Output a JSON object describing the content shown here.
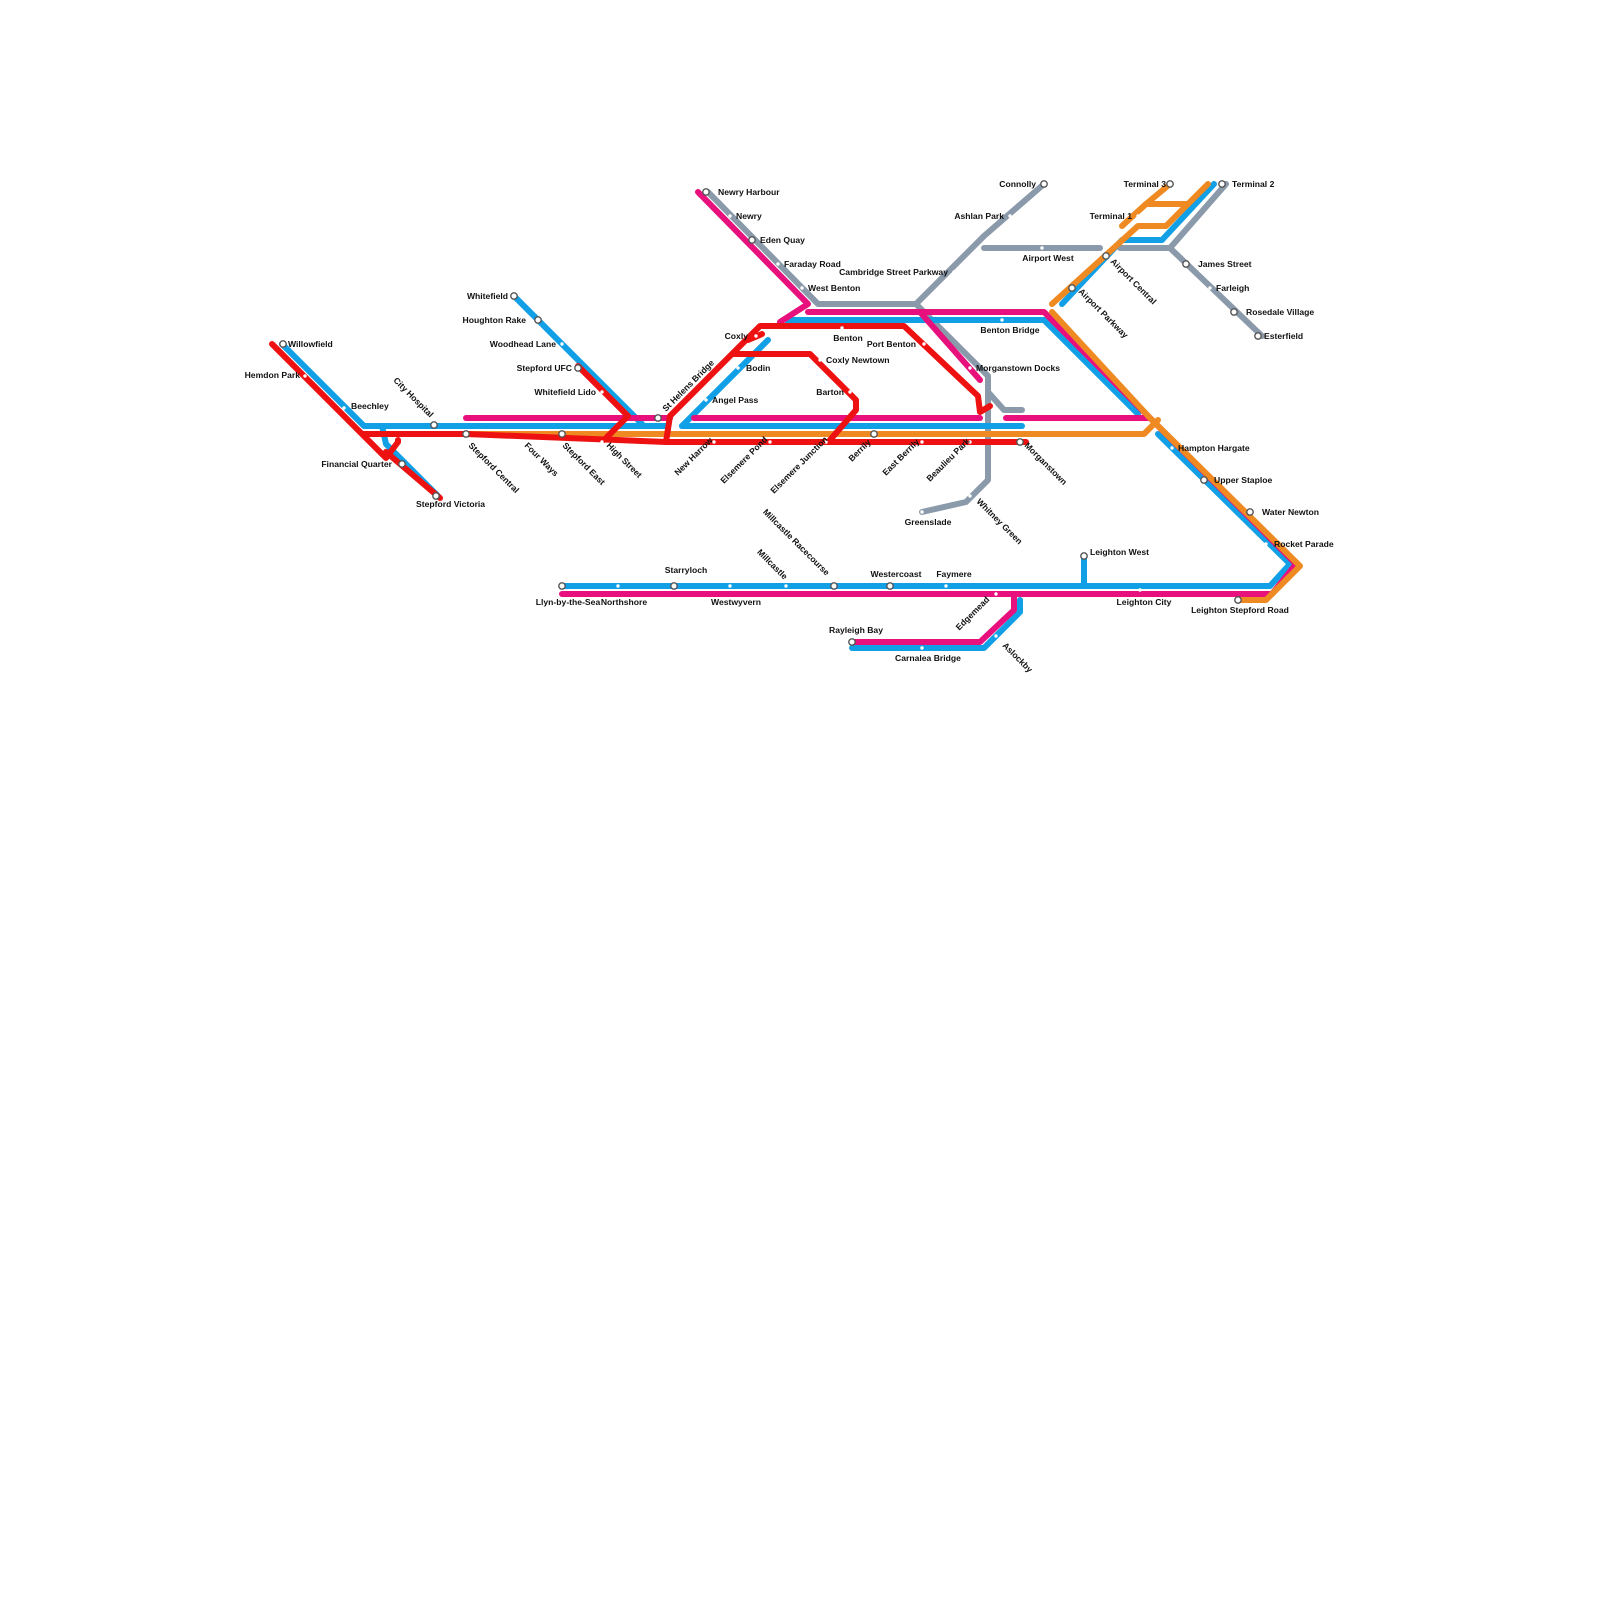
{
  "colors": {
    "red": "#ee1111",
    "blue": "#119fe6",
    "magenta": "#e8107c",
    "orange": "#ef8a22",
    "grey": "#8a9aaa"
  },
  "stations": [
    {
      "id": "willowfield",
      "name": "Willowfield"
    },
    {
      "id": "hemdon-park",
      "name": "Hemdon Park"
    },
    {
      "id": "beechley",
      "name": "Beechley"
    },
    {
      "id": "city-hospital",
      "name": "City Hospital"
    },
    {
      "id": "financial-quarter",
      "name": "Financial Quarter"
    },
    {
      "id": "stepford-victoria",
      "name": "Stepford Victoria"
    },
    {
      "id": "stepford-central",
      "name": "Stepford Central"
    },
    {
      "id": "four-ways",
      "name": "Four Ways"
    },
    {
      "id": "stepford-east",
      "name": "Stepford East"
    },
    {
      "id": "high-street",
      "name": "High Street"
    },
    {
      "id": "whitefield",
      "name": "Whitefield"
    },
    {
      "id": "houghton-rake",
      "name": "Houghton Rake"
    },
    {
      "id": "woodhead-lane",
      "name": "Woodhead Lane"
    },
    {
      "id": "stepford-ufc",
      "name": "Stepford UFC"
    },
    {
      "id": "whitefield-lido",
      "name": "Whitefield Lido"
    },
    {
      "id": "st-helens-bridge",
      "name": "St Helens Bridge"
    },
    {
      "id": "new-harrow",
      "name": "New Harrow"
    },
    {
      "id": "elsemere-pond",
      "name": "Elsemere Pond"
    },
    {
      "id": "elsemere-junction",
      "name": "Elsemere Junction"
    },
    {
      "id": "berrily",
      "name": "Berrily"
    },
    {
      "id": "east-berrily",
      "name": "East Berrily"
    },
    {
      "id": "beaulieu-park",
      "name": "Beaulieu Park"
    },
    {
      "id": "morganstown",
      "name": "Morganstown"
    },
    {
      "id": "newry-harbour",
      "name": "Newry Harbour"
    },
    {
      "id": "newry",
      "name": "Newry"
    },
    {
      "id": "eden-quay",
      "name": "Eden Quay"
    },
    {
      "id": "faraday-road",
      "name": "Faraday Road"
    },
    {
      "id": "west-benton",
      "name": "West Benton"
    },
    {
      "id": "benton",
      "name": "Benton"
    },
    {
      "id": "coxly",
      "name": "Coxly"
    },
    {
      "id": "bodin",
      "name": "Bodin"
    },
    {
      "id": "coxly-newtown",
      "name": "Coxly Newtown"
    },
    {
      "id": "barton",
      "name": "Barton"
    },
    {
      "id": "angel-pass",
      "name": "Angel Pass"
    },
    {
      "id": "port-benton",
      "name": "Port Benton"
    },
    {
      "id": "morganstown-docks",
      "name": "Morganstown Docks"
    },
    {
      "id": "benton-bridge",
      "name": "Benton Bridge"
    },
    {
      "id": "cambridge-street-parkway",
      "name": "Cambridge Street Parkway"
    },
    {
      "id": "connolly",
      "name": "Connolly"
    },
    {
      "id": "ashlan-park",
      "name": "Ashlan Park"
    },
    {
      "id": "airport-west",
      "name": "Airport West"
    },
    {
      "id": "terminal-3",
      "name": "Terminal 3"
    },
    {
      "id": "terminal-2",
      "name": "Terminal 2"
    },
    {
      "id": "terminal-1",
      "name": "Terminal 1"
    },
    {
      "id": "airport-central",
      "name": "Airport Central"
    },
    {
      "id": "airport-parkway",
      "name": "Airport Parkway"
    },
    {
      "id": "james-street",
      "name": "James Street"
    },
    {
      "id": "farleigh",
      "name": "Farleigh"
    },
    {
      "id": "rosedale-village",
      "name": "Rosedale Village"
    },
    {
      "id": "esterfield",
      "name": "Esterfield"
    },
    {
      "id": "hampton-hargate",
      "name": "Hampton Hargate"
    },
    {
      "id": "upper-staploe",
      "name": "Upper Staploe"
    },
    {
      "id": "water-newton",
      "name": "Water Newton"
    },
    {
      "id": "rocket-parade",
      "name": "Rocket Parade"
    },
    {
      "id": "leighton-stepford-road",
      "name": "Leighton Stepford Road"
    },
    {
      "id": "leighton-city",
      "name": "Leighton City"
    },
    {
      "id": "leighton-west",
      "name": "Leighton West"
    },
    {
      "id": "greenslade",
      "name": "Greenslade"
    },
    {
      "id": "whitney-green",
      "name": "Whitney Green"
    },
    {
      "id": "llyn-by-the-sea",
      "name": "Llyn-by-the-Sea"
    },
    {
      "id": "northshore",
      "name": "Northshore"
    },
    {
      "id": "starryloch",
      "name": "Starryloch"
    },
    {
      "id": "westwyvern",
      "name": "Westwyvern"
    },
    {
      "id": "millcastle",
      "name": "Millcastle"
    },
    {
      "id": "millcastle-racecourse",
      "name": "Millcastle Racecourse"
    },
    {
      "id": "westercoast",
      "name": "Westercoast"
    },
    {
      "id": "faymere",
      "name": "Faymere"
    },
    {
      "id": "edgemead",
      "name": "Edgemead"
    },
    {
      "id": "rayleigh-bay",
      "name": "Rayleigh Bay"
    },
    {
      "id": "carnalea-bridge",
      "name": "Carnalea Bridge"
    },
    {
      "id": "aslockby",
      "name": "Aslockby"
    }
  ]
}
